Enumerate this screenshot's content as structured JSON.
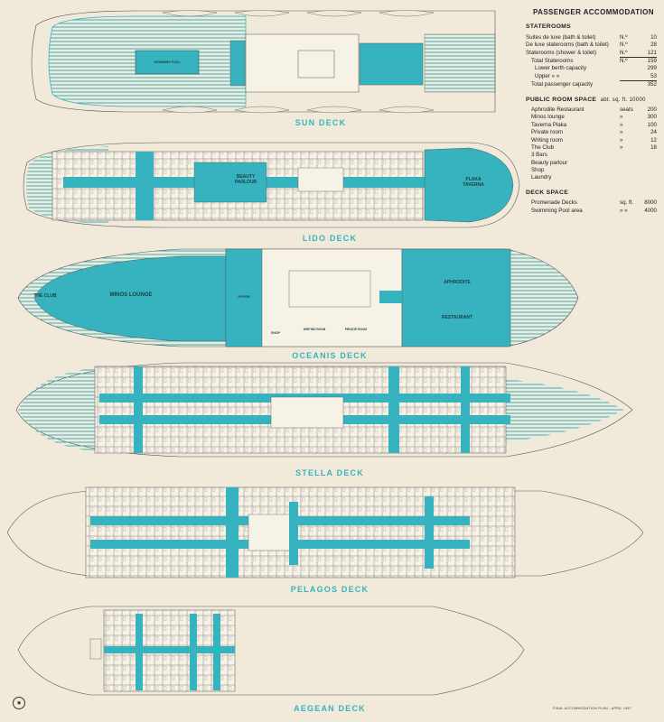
{
  "title": "PASSENGER ACCOMMODATION",
  "staterooms": {
    "heading": "STATEROOMS",
    "rows": [
      {
        "label": "Suites de luxe (bath & toilet)",
        "unit": "N.º",
        "value": "10"
      },
      {
        "label": "De luxe staterooms (bath & toilet)",
        "unit": "N.º",
        "value": "28"
      },
      {
        "label": "Staterooms (shower & toilet)",
        "unit": "N.º",
        "value": "121"
      },
      {
        "label": "Total Staterooms",
        "unit": "N.º",
        "value": "159"
      },
      {
        "label": "Lower berth capacity",
        "unit": "",
        "value": "299"
      },
      {
        "label": "Upper   »   »",
        "unit": "",
        "value": "53"
      },
      {
        "label": "Total passenger capacity",
        "unit": "",
        "value": "352"
      }
    ]
  },
  "public_rooms": {
    "heading": "PUBLIC ROOM SPACE",
    "heading_note": "abt. sq. ft. 10000",
    "rows": [
      {
        "label": "Aphrodite Restaurant",
        "unit": "seats",
        "value": "200"
      },
      {
        "label": "Minos lounge",
        "unit": "»",
        "value": "300"
      },
      {
        "label": "Taverna Plaka",
        "unit": "»",
        "value": "100"
      },
      {
        "label": "Private room",
        "unit": "»",
        "value": "24"
      },
      {
        "label": "Writing room",
        "unit": "»",
        "value": "12"
      },
      {
        "label": "The Club",
        "unit": "»",
        "value": "18"
      },
      {
        "label": "3 Bars",
        "unit": "",
        "value": ""
      },
      {
        "label": "Beauty parlour",
        "unit": "",
        "value": ""
      },
      {
        "label": "Shop",
        "unit": "",
        "value": ""
      },
      {
        "label": "Laundry",
        "unit": "",
        "value": ""
      }
    ]
  },
  "deck_space": {
    "heading": "DECK SPACE",
    "rows": [
      {
        "label": "Promenade Decks",
        "unit": "sq. ft.",
        "value": "8000"
      },
      {
        "label": "Swimming Pool area",
        "unit": "»   »",
        "value": "4000"
      }
    ]
  },
  "decks": [
    {
      "name": "SUN DECK"
    },
    {
      "name": "LIDO DECK"
    },
    {
      "name": "OCEANIS DECK"
    },
    {
      "name": "STELLA DECK"
    },
    {
      "name": "PELAGOS DECK"
    },
    {
      "name": "AEGEAN DECK"
    }
  ],
  "rooms": {
    "swimming_pool": "SWIMMING POOL",
    "beauty_parlour": "BEAUTY PARLOUR",
    "plaka_taverna": "PLAKA TAVERNA",
    "the_club": "THE CLUB",
    "minos_lounge": "MINOS LOUNGE",
    "aphrodite": "APHRODITE",
    "restaurant": "RESTAURANT",
    "foyer": "FOYER",
    "shop": "SHOP",
    "writing_room": "WRITING ROOM",
    "private_room": "PRIVATE ROOM"
  },
  "footer": "FINAL ACCOMMODATION PLAN  -  APRIL 1967",
  "colors": {
    "accent": "#36b3be",
    "paper": "#f1eadb",
    "line": "#555555",
    "room": "#f7f2e6"
  }
}
